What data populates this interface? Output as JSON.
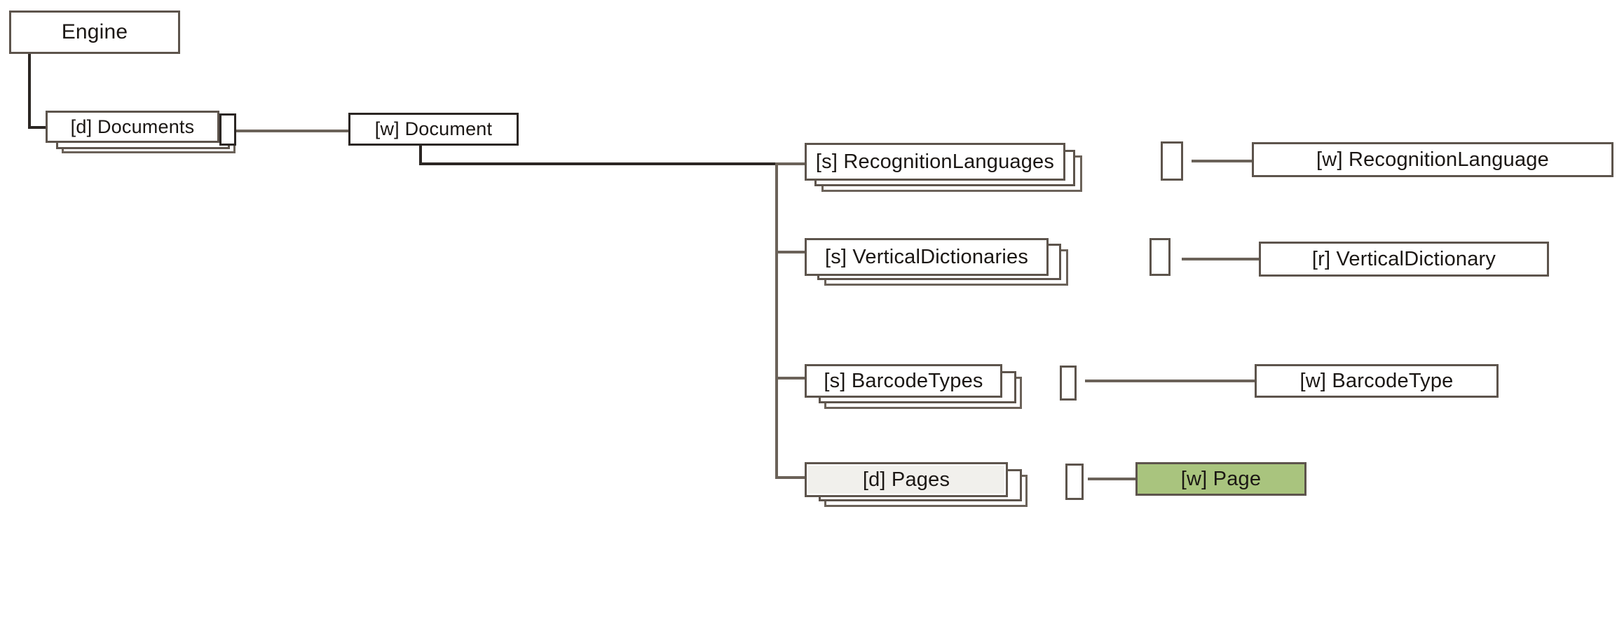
{
  "diagram": {
    "title": "Engine object model tree",
    "colors": {
      "background": "#ffffff",
      "box_fill": "#ffffff",
      "box_fill_muted": "#f1f0ec",
      "highlight_fill": "#a9c47e",
      "border_dark": "#2b2623",
      "border_warm": "#5d544c",
      "connector": "#6b6259",
      "text": "#1b1714"
    },
    "nodes": {
      "engine": {
        "label": "Engine",
        "kind": "root",
        "prefix": "",
        "stacked": false,
        "highlighted": false
      },
      "documents": {
        "label": "[d] Documents",
        "kind": "collection",
        "prefix": "[d]",
        "stacked": true,
        "highlighted": false
      },
      "document": {
        "label": "[w] Document",
        "kind": "object",
        "prefix": "[w]",
        "stacked": false,
        "highlighted": false
      },
      "recognition_languages": {
        "label": "[s] RecognitionLanguages",
        "kind": "collection",
        "prefix": "[s]",
        "stacked": true,
        "highlighted": false
      },
      "recognition_language": {
        "label": "[w] RecognitionLanguage",
        "kind": "object",
        "prefix": "[w]",
        "stacked": false,
        "highlighted": false
      },
      "vertical_dictionaries": {
        "label": "[s] VerticalDictionaries",
        "kind": "collection",
        "prefix": "[s]",
        "stacked": true,
        "highlighted": false
      },
      "vertical_dictionary": {
        "label": "[r] VerticalDictionary",
        "kind": "object",
        "prefix": "[r]",
        "stacked": false,
        "highlighted": false
      },
      "barcode_types": {
        "label": "[s] BarcodeTypes",
        "kind": "collection",
        "prefix": "[s]",
        "stacked": true,
        "highlighted": false
      },
      "barcode_type": {
        "label": "[w] BarcodeType",
        "kind": "object",
        "prefix": "[w]",
        "stacked": false,
        "highlighted": false
      },
      "pages": {
        "label": "[d] Pages",
        "kind": "collection",
        "prefix": "[d]",
        "stacked": true,
        "highlighted": false
      },
      "page": {
        "label": "[w] Page",
        "kind": "object",
        "prefix": "[w]",
        "stacked": false,
        "highlighted": true
      }
    },
    "edges": [
      {
        "from": "engine",
        "to": "documents"
      },
      {
        "from": "documents",
        "to": "document"
      },
      {
        "from": "document",
        "to": "recognition_languages"
      },
      {
        "from": "document",
        "to": "vertical_dictionaries"
      },
      {
        "from": "document",
        "to": "barcode_types"
      },
      {
        "from": "document",
        "to": "pages"
      },
      {
        "from": "recognition_languages",
        "to": "recognition_language"
      },
      {
        "from": "vertical_dictionaries",
        "to": "vertical_dictionary"
      },
      {
        "from": "barcode_types",
        "to": "barcode_type"
      },
      {
        "from": "pages",
        "to": "page"
      }
    ]
  }
}
